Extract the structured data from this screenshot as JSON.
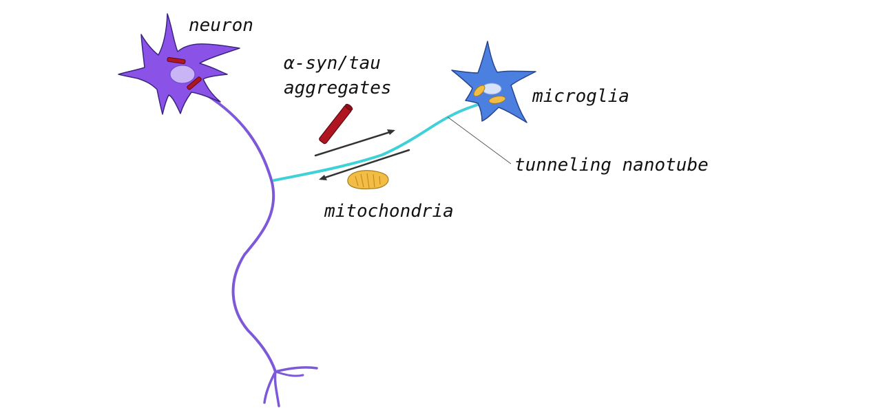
{
  "labels": {
    "neuron": "neuron",
    "aggregates_line1": "α-syn/tau",
    "aggregates_line2": "aggregates",
    "microglia": "microglia",
    "tunneling_nanotube": "tunneling nanotube",
    "mitochondria": "mitochondria"
  },
  "colors": {
    "neuron_fill": "#8a52e6",
    "neuron_outline": "#3a2480",
    "axon": "#7d58d8",
    "nucleus": "#c9b4f5",
    "microglia_fill": "#4b7fe0",
    "microglia_outline": "#26458f",
    "microglia_nucleus": "#d6e3fb",
    "nanotube": "#3fd0d8",
    "aggregate": "#b01522",
    "aggregate_outline": "#5a0a10",
    "mitochondria": "#f2bd45",
    "mitochondria_outline": "#a87a1c",
    "arrow": "#333333",
    "leader_line": "#555555"
  }
}
